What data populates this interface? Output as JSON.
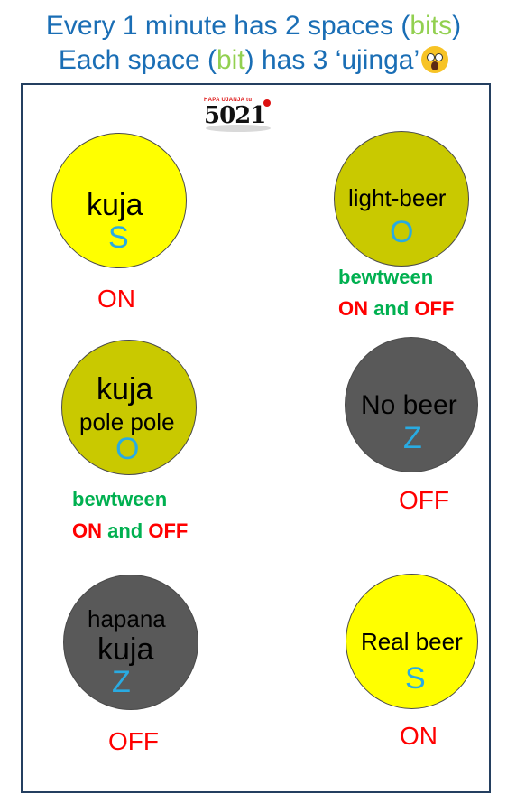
{
  "header": {
    "line1_a": "Every 1 minute has 2 spaces (",
    "line1_b": "bits",
    "line1_c": ")",
    "line2_a": "Each space (",
    "line2_b": "bit",
    "line2_c": ") has 3 ‘ujinga’",
    "emoji": "astonished-face-icon"
  },
  "logo": {
    "tagline": "HAPA UJANJA tu",
    "number": "5021"
  },
  "colors": {
    "title": "#1a6eb5",
    "yellow": "#ffff00",
    "olive": "#c9c900",
    "dark": "#595959",
    "letter": "#29abe2",
    "red": "#ff0000",
    "green": "#00b050"
  },
  "left": [
    {
      "line1": "kuja",
      "line2": "",
      "letter": "S",
      "status": "ON"
    },
    {
      "line1": "kuja",
      "line2": "pole pole",
      "letter": "O",
      "between": {
        "word": "bewtween",
        "on": "ON",
        "and": "and",
        "off": "OFF"
      }
    },
    {
      "line1": "hapana",
      "line2": "kuja",
      "letter": "Z",
      "status": "OFF"
    }
  ],
  "right": [
    {
      "label": "light-beer",
      "letter": "O",
      "between": {
        "word": "bewtween",
        "on": "ON",
        "and": "and",
        "off": "OFF"
      }
    },
    {
      "label": "No beer",
      "letter": "Z",
      "status": "OFF"
    },
    {
      "label": "Real beer",
      "letter": "S",
      "status": "ON"
    }
  ]
}
